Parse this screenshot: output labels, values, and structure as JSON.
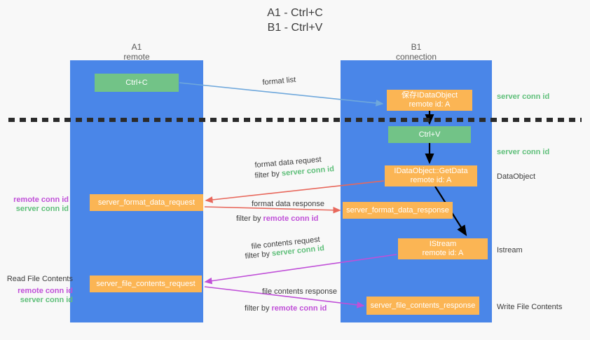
{
  "title": {
    "line1": "A1 - Ctrl+C",
    "line2": "B1 - Ctrl+V"
  },
  "lanes": [
    {
      "id": "a1",
      "name": "A1",
      "role": "remote",
      "color": "#4a86e8"
    },
    {
      "id": "b1",
      "name": "B1",
      "role": "connection",
      "color": "#4a86e8"
    }
  ],
  "boxes": {
    "ctrl_c": {
      "label": "Ctrl+C",
      "color": "#72c387"
    },
    "save_dataobject": {
      "line1": "保存IDataObject",
      "line2": "remote id: A",
      "color": "#fbb554"
    },
    "ctrl_v": {
      "label": "Ctrl+V",
      "color": "#72c387"
    },
    "getdata": {
      "line1": "IDataObject::GetData",
      "line2": "remote id: A",
      "color": "#fbb554"
    },
    "istream": {
      "line1": "IStream",
      "line2": "remote id: A",
      "color": "#fbb554"
    },
    "server_format_data_request": {
      "label": "server_format_data_request",
      "color": "#fbb554"
    },
    "server_format_data_response": {
      "label": "server_format_data_response",
      "color": "#fbb554"
    },
    "server_file_contents_request": {
      "label": "server_file_contents_request",
      "color": "#fbb554"
    },
    "server_file_contents_response": {
      "label": "server_file_contents_response",
      "color": "#fbb554"
    }
  },
  "side_labels": {
    "server_conn_id_top": "server conn id",
    "server_conn_id_mid": "server conn id",
    "dataobject": "DataObject",
    "istream": "Istream",
    "write_file_contents": "Write File Contents",
    "read_file_contents": "Read File Contents",
    "remote_conn_id": "remote conn id",
    "server_conn_id": "server conn id"
  },
  "arrow_labels": {
    "format_list": "format list",
    "format_data_request": "format data request",
    "filter_by": "filter by",
    "server_conn_id": "server conn id",
    "remote_conn_id": "remote conn id",
    "format_data_response": "format data response",
    "file_contents_request": "file contents request",
    "file_contents_response": "file contents response"
  },
  "colors": {
    "lane": "#4a86e8",
    "green_box": "#72c387",
    "orange_box": "#fbb554",
    "green_text": "#5fbf7a",
    "purple_text": "#c050d8",
    "blue_arrow": "#6fa8dc",
    "red_arrow": "#e8685c",
    "magenta_arrow": "#c050d8",
    "black_arrow": "#000000",
    "background": "#f8f8f8"
  }
}
